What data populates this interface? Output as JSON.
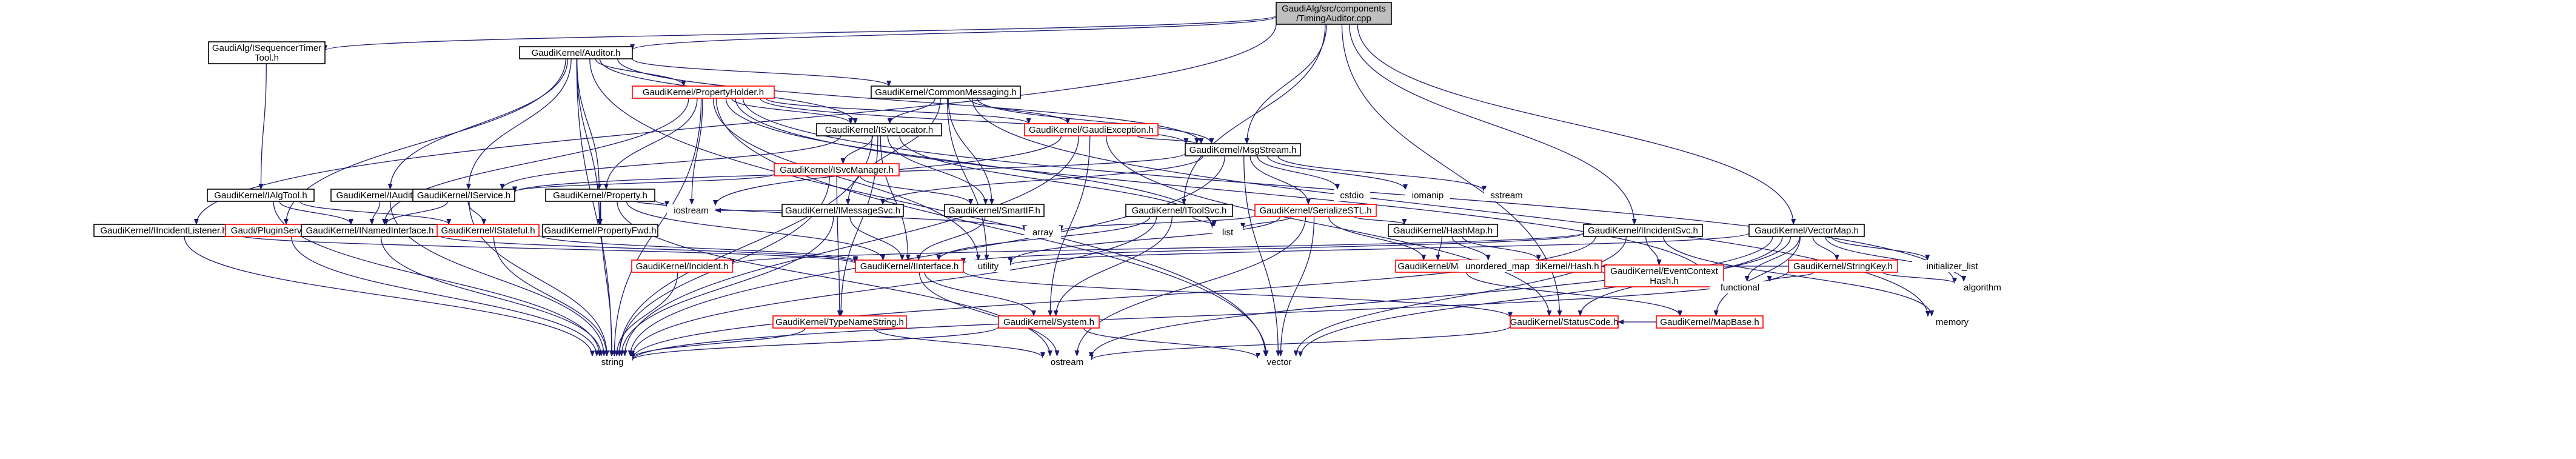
{
  "nodes": [
    {
      "id": "root",
      "label": "GaudiAlg/src/components\n/TimingAuditor.cpp",
      "style": "root"
    },
    {
      "id": "seqtimer",
      "label": "GaudiAlg/ISequencerTimer\nTool.h",
      "style": "plain"
    },
    {
      "id": "auditor",
      "label": "GaudiKernel/Auditor.h",
      "style": "plain"
    },
    {
      "id": "ialgtool",
      "label": "GaudiKernel/IAlgTool.h",
      "style": "plain"
    },
    {
      "id": "propholder",
      "label": "GaudiKernel/PropertyHolder.h",
      "style": "red"
    },
    {
      "id": "commonmsg",
      "label": "GaudiKernel/CommonMessaging.h",
      "style": "plain"
    },
    {
      "id": "isvclocator",
      "label": "GaudiKernel/ISvcLocator.h",
      "style": "plain"
    },
    {
      "id": "gaudiexc",
      "label": "GaudiKernel/GaudiException.h",
      "style": "red"
    },
    {
      "id": "msgstream",
      "label": "GaudiKernel/MsgStream.h",
      "style": "plain"
    },
    {
      "id": "isvcmanager",
      "label": "GaudiKernel/ISvcManager.h",
      "style": "red"
    },
    {
      "id": "iauditor",
      "label": "GaudiKernel/IAuditor.h",
      "style": "plain"
    },
    {
      "id": "iservice",
      "label": "GaudiKernel/IService.h",
      "style": "plain"
    },
    {
      "id": "property",
      "label": "GaudiKernel/Property.h",
      "style": "plain"
    },
    {
      "id": "imessagesvc",
      "label": "GaudiKernel/IMessageSvc.h",
      "style": "plain"
    },
    {
      "id": "smartif",
      "label": "GaudiKernel/SmartIF.h",
      "style": "plain"
    },
    {
      "id": "itoolsvc",
      "label": "GaudiKernel/IToolSvc.h",
      "style": "plain"
    },
    {
      "id": "serializestl",
      "label": "GaudiKernel/SerializeSTL.h",
      "style": "red"
    },
    {
      "id": "iincidentlistener",
      "label": "GaudiKernel/IIncidentListener.h",
      "style": "plain"
    },
    {
      "id": "ipluginservice",
      "label": "Gaudi/PluginService.h",
      "style": "red"
    },
    {
      "id": "inamedinterface",
      "label": "GaudiKernel/INamedInterface.h",
      "style": "plain"
    },
    {
      "id": "istateful",
      "label": "GaudiKernel/IStateful.h",
      "style": "red"
    },
    {
      "id": "propertyfwd",
      "label": "GaudiKernel/PropertyFwd.h",
      "style": "plain"
    },
    {
      "id": "hashmap",
      "label": "GaudiKernel/HashMap.h",
      "style": "plain"
    },
    {
      "id": "iincidentsvc",
      "label": "GaudiKernel/IIncidentSvc.h",
      "style": "plain"
    },
    {
      "id": "vectormap",
      "label": "GaudiKernel/VectorMap.h",
      "style": "plain"
    },
    {
      "id": "incident",
      "label": "GaudiKernel/Incident.h",
      "style": "red"
    },
    {
      "id": "iinterface",
      "label": "GaudiKernel/IInterface.h",
      "style": "red"
    },
    {
      "id": "map",
      "label": "GaudiKernel/Map.h",
      "style": "red"
    },
    {
      "id": "hash",
      "label": "GaudiKernel/Hash.h",
      "style": "red"
    },
    {
      "id": "eventcontexthash",
      "label": "GaudiKernel/EventContext\nHash.h",
      "style": "red"
    },
    {
      "id": "stringkey",
      "label": "GaudiKernel/StringKey.h",
      "style": "red"
    },
    {
      "id": "typenamestring",
      "label": "GaudiKernel/TypeNameString.h",
      "style": "red"
    },
    {
      "id": "system",
      "label": "GaudiKernel/System.h",
      "style": "red"
    },
    {
      "id": "statuscode",
      "label": "GaudiKernel/StatusCode.h",
      "style": "red"
    },
    {
      "id": "mapbase",
      "label": "GaudiKernel/MapBase.h",
      "style": "red"
    },
    {
      "id": "cstdio",
      "label": "cstdio",
      "style": "ext"
    },
    {
      "id": "iomanip",
      "label": "iomanip",
      "style": "ext"
    },
    {
      "id": "sstream",
      "label": "sstream",
      "style": "ext"
    },
    {
      "id": "iostream",
      "label": "iostream",
      "style": "ext"
    },
    {
      "id": "array",
      "label": "array",
      "style": "ext"
    },
    {
      "id": "list",
      "label": "list",
      "style": "ext"
    },
    {
      "id": "utility",
      "label": "utility",
      "style": "ext"
    },
    {
      "id": "unordered_map",
      "label": "unordered_map",
      "style": "ext"
    },
    {
      "id": "functional",
      "label": "functional",
      "style": "ext"
    },
    {
      "id": "initializer_list",
      "label": "initializer_list",
      "style": "ext"
    },
    {
      "id": "algorithm",
      "label": "algorithm",
      "style": "ext"
    },
    {
      "id": "memory",
      "label": "memory",
      "style": "ext"
    },
    {
      "id": "string",
      "label": "string",
      "style": "ext"
    },
    {
      "id": "ostream",
      "label": "ostream",
      "style": "ext"
    },
    {
      "id": "vector",
      "label": "vector",
      "style": "ext"
    }
  ],
  "edges": [
    [
      "root",
      "seqtimer"
    ],
    [
      "root",
      "auditor"
    ],
    [
      "root",
      "msgstream"
    ],
    [
      "root",
      "itoolsvc"
    ],
    [
      "root",
      "iincidentlistener"
    ],
    [
      "root",
      "iincidentsvc"
    ],
    [
      "root",
      "vectormap"
    ],
    [
      "root",
      "statuscode"
    ],
    [
      "seqtimer",
      "ialgtool"
    ],
    [
      "auditor",
      "propholder"
    ],
    [
      "auditor",
      "commonmsg"
    ],
    [
      "auditor",
      "isvclocator"
    ],
    [
      "auditor",
      "iauditor"
    ],
    [
      "auditor",
      "iservice"
    ],
    [
      "auditor",
      "property"
    ],
    [
      "auditor",
      "propertyfwd"
    ],
    [
      "auditor",
      "ipluginservice"
    ],
    [
      "auditor",
      "msgstream"
    ],
    [
      "auditor",
      "string"
    ],
    [
      "auditor",
      "vector"
    ],
    [
      "propholder",
      "isvclocator"
    ],
    [
      "propholder",
      "property"
    ],
    [
      "propholder",
      "gaudiexc"
    ],
    [
      "propholder",
      "msgstream"
    ],
    [
      "propholder",
      "inamedinterface"
    ],
    [
      "propholder",
      "iostream"
    ],
    [
      "propholder",
      "list"
    ],
    [
      "propholder",
      "utility"
    ],
    [
      "propholder",
      "string"
    ],
    [
      "propholder",
      "vector"
    ],
    [
      "propholder",
      "functional"
    ],
    [
      "propholder",
      "algorithm"
    ],
    [
      "commonmsg",
      "isvclocator"
    ],
    [
      "commonmsg",
      "gaudiexc"
    ],
    [
      "commonmsg",
      "msgstream"
    ],
    [
      "commonmsg",
      "imessagesvc"
    ],
    [
      "commonmsg",
      "smartif"
    ],
    [
      "commonmsg",
      "utility"
    ],
    [
      "commonmsg",
      "memory"
    ],
    [
      "isvclocator",
      "isvcmanager"
    ],
    [
      "isvclocator",
      "smartif"
    ],
    [
      "isvclocator",
      "iinterface"
    ],
    [
      "isvclocator",
      "typenamestring"
    ],
    [
      "isvclocator",
      "list"
    ],
    [
      "isvclocator",
      "string"
    ],
    [
      "isvclocator",
      "iservice"
    ],
    [
      "gaudiexc",
      "msgstream"
    ],
    [
      "gaudiexc",
      "statuscode"
    ],
    [
      "gaudiexc",
      "system"
    ],
    [
      "gaudiexc",
      "iostream"
    ],
    [
      "gaudiexc",
      "string"
    ],
    [
      "msgstream",
      "iservice"
    ],
    [
      "msgstream",
      "serializestl"
    ],
    [
      "msgstream",
      "cstdio"
    ],
    [
      "msgstream",
      "iomanip"
    ],
    [
      "msgstream",
      "sstream"
    ],
    [
      "msgstream",
      "string"
    ],
    [
      "msgstream",
      "vector"
    ],
    [
      "msgstream",
      "imessagesvc"
    ],
    [
      "isvcmanager",
      "iservice"
    ],
    [
      "isvcmanager",
      "smartif"
    ],
    [
      "isvcmanager",
      "typenamestring"
    ],
    [
      "isvcmanager",
      "string"
    ],
    [
      "ialgtool",
      "inamedinterface"
    ],
    [
      "ialgtool",
      "istateful"
    ],
    [
      "ialgtool",
      "string"
    ],
    [
      "iauditor",
      "inamedinterface"
    ],
    [
      "iauditor",
      "string"
    ],
    [
      "iservice",
      "inamedinterface"
    ],
    [
      "iservice",
      "istateful"
    ],
    [
      "iservice",
      "string"
    ],
    [
      "property",
      "propertyfwd"
    ],
    [
      "property",
      "iinterface"
    ],
    [
      "property",
      "iostream"
    ],
    [
      "property",
      "array"
    ],
    [
      "property",
      "string"
    ],
    [
      "property",
      "ostream"
    ],
    [
      "imessagesvc",
      "iinterface"
    ],
    [
      "imessagesvc",
      "iostream"
    ],
    [
      "imessagesvc",
      "string"
    ],
    [
      "smartif",
      "iinterface"
    ],
    [
      "itoolsvc",
      "iinterface"
    ],
    [
      "itoolsvc",
      "system"
    ],
    [
      "itoolsvc",
      "list"
    ],
    [
      "itoolsvc",
      "string"
    ],
    [
      "serializestl",
      "hashmap"
    ],
    [
      "serializestl",
      "map"
    ],
    [
      "serializestl",
      "array"
    ],
    [
      "serializestl",
      "list"
    ],
    [
      "serializestl",
      "utility"
    ],
    [
      "serializestl",
      "ostream"
    ],
    [
      "serializestl",
      "vector"
    ],
    [
      "iincidentlistener",
      "iinterface"
    ],
    [
      "iincidentlistener",
      "string"
    ],
    [
      "ipluginservice",
      "string"
    ],
    [
      "inamedinterface",
      "iinterface"
    ],
    [
      "inamedinterface",
      "string"
    ],
    [
      "istateful",
      "iinterface"
    ],
    [
      "istateful",
      "string"
    ],
    [
      "hashmap",
      "map"
    ],
    [
      "hashmap",
      "hash"
    ],
    [
      "hashmap",
      "unordered_map"
    ],
    [
      "iincidentsvc",
      "incident"
    ],
    [
      "iincidentsvc",
      "iinterface"
    ],
    [
      "iincidentsvc",
      "eventcontexthash"
    ],
    [
      "iincidentsvc",
      "string"
    ],
    [
      "iincidentsvc",
      "memory"
    ],
    [
      "iincidentsvc",
      "vector"
    ],
    [
      "vectormap",
      "mapbase"
    ],
    [
      "vectormap",
      "stringkey"
    ],
    [
      "vectormap",
      "statuscode"
    ],
    [
      "vectormap",
      "utility"
    ],
    [
      "vectormap",
      "functional"
    ],
    [
      "vectormap",
      "algorithm"
    ],
    [
      "vectormap",
      "initializer_list"
    ],
    [
      "vectormap",
      "vector"
    ],
    [
      "vectormap",
      "ostream"
    ],
    [
      "incident",
      "string"
    ],
    [
      "iinterface",
      "system"
    ],
    [
      "iinterface",
      "statuscode"
    ],
    [
      "iinterface",
      "ostream"
    ],
    [
      "map",
      "mapbase"
    ],
    [
      "hash",
      "functional"
    ],
    [
      "stringkey",
      "hash"
    ],
    [
      "stringkey",
      "functional"
    ],
    [
      "stringkey",
      "algorithm"
    ],
    [
      "stringkey",
      "string"
    ],
    [
      "typenamestring",
      "string"
    ],
    [
      "typenamestring",
      "ostream"
    ],
    [
      "system",
      "string"
    ],
    [
      "system",
      "vector"
    ],
    [
      "statuscode",
      "ostream"
    ],
    [
      "mapbase",
      "statuscode"
    ]
  ]
}
